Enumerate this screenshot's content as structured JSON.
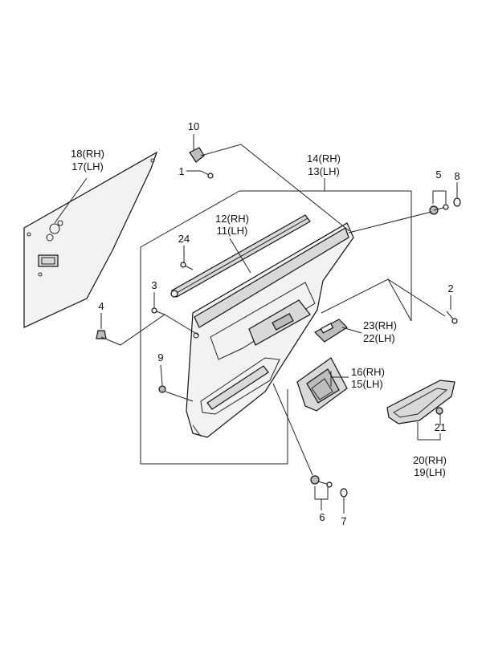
{
  "labels": {
    "p1": "1",
    "p2": "2",
    "p3": "3",
    "p4": "4",
    "p5": "5",
    "p6": "6",
    "p7": "7",
    "p8": "8",
    "p9": "9",
    "p10": "10",
    "p24": "24",
    "p21": "21",
    "p18": "18(RH)",
    "p17": "17(LH)",
    "p14": "14(RH)",
    "p13": "13(LH)",
    "p12": "12(RH)",
    "p11": "11(LH)",
    "p23": "23(RH)",
    "p22": "22(LH)",
    "p16": "16(RH)",
    "p15": "15(LH)",
    "p20": "20(RH)",
    "p19": "19(LH)"
  }
}
